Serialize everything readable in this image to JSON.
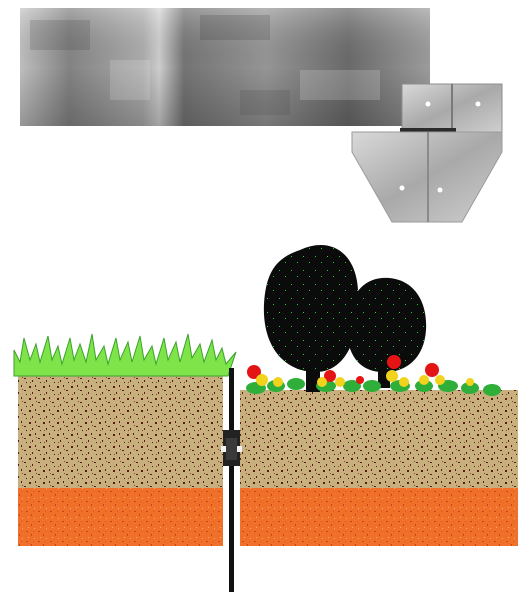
{
  "image": {
    "subject": "metal-lawn-edging",
    "panels": [
      "product-photo",
      "installation-cross-section"
    ]
  },
  "colors": {
    "background": "#ffffff",
    "metal_dark": "#6f6f6f",
    "metal_light": "#b9b9b9",
    "grass": "#7fe34a",
    "topsoil": "#c8b07e",
    "soil_speck": "#5a1a12",
    "subsoil": "#f0702a",
    "subsoil_speck": "#c9451a",
    "edging_blade": "#111111",
    "tree": "#0b0b0b",
    "flower_red": "#e51414",
    "flower_yellow": "#f1d21c",
    "leaf_green": "#2fae3a"
  }
}
